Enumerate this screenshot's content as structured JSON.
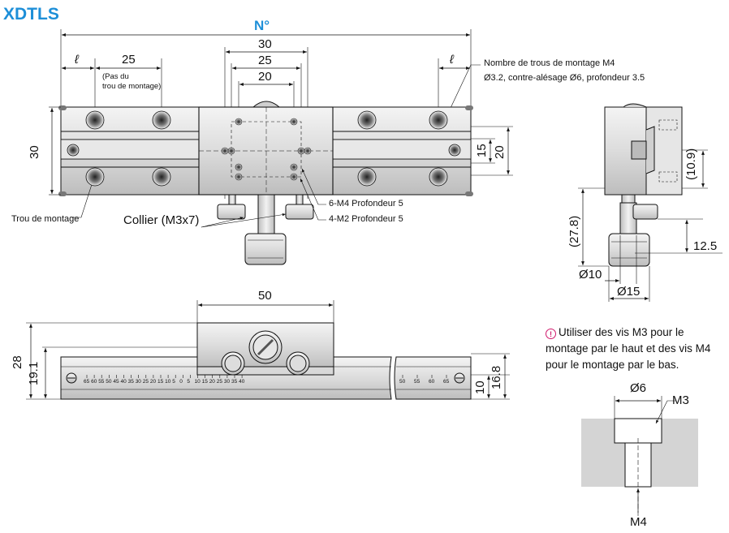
{
  "title": "XDTLS",
  "top_view": {
    "dim_n": "N°",
    "dim_30": "30",
    "dim_25_top": "25",
    "dim_20": "20",
    "dim_l_left": "ℓ",
    "dim_25_left": "25",
    "pitch_note_line1": "(Pas du",
    "pitch_note_line2": "trou de montage)",
    "dim_l_right": "ℓ",
    "mount_holes_note_line1": "Nombre de trous de montage M4",
    "mount_holes_note_line2": "Ø3.2, contre-alésage Ø6, profondeur 3.5",
    "dim_height_30": "30",
    "dim_15": "15",
    "dim_20_right": "20",
    "label_mount_hole": "Trou de montage",
    "label_collar": "Collier (M3x7)",
    "label_m4": "6-M4 Profondeur 5",
    "label_m2": "4-M2 Profondeur 5"
  },
  "side_view": {
    "dim_10_9": "(10.9)",
    "dim_27_8": "(27.8)",
    "dim_12_5": "12.5",
    "dim_d10": "Ø10",
    "dim_d15": "Ø15"
  },
  "front_view": {
    "dim_50": "50",
    "dim_28": "28",
    "dim_19_1": "19.1",
    "dim_10": "10",
    "dim_16_8": "16.8",
    "scale_left": [
      "65",
      "60",
      "55",
      "50",
      "45",
      "40",
      "35",
      "30",
      "25",
      "20",
      "15",
      "10",
      "5",
      "0",
      "5",
      "10",
      "15",
      "20",
      "25",
      "30",
      "35",
      "40"
    ],
    "scale_right": [
      "50",
      "55",
      "60",
      "65"
    ]
  },
  "note": {
    "text": "Utiliser des vis M3 pour le montage par le haut et des vis M4 pour le montage par le bas."
  },
  "detail": {
    "dim_d6": "Ø6",
    "label_m3": "M3",
    "label_m4": "M4"
  }
}
